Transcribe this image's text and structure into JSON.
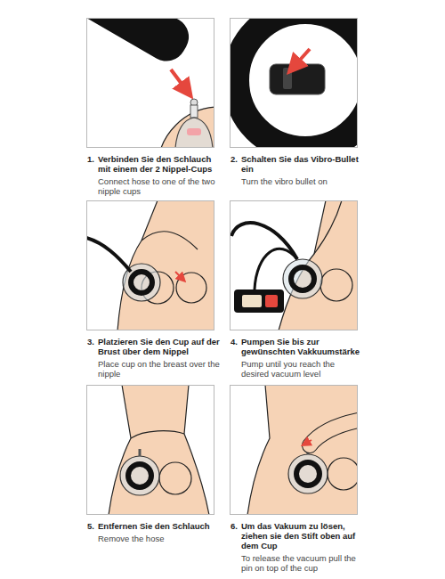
{
  "diagram": {
    "nodes": [
      {
        "text": [
          "1.",
          "Verbinden Sie den Schlauch mit einem der 2 Nippel-Cups",
          "Connect hose to one of the two nipple cups"
        ]
      },
      {
        "text": [
          "2.",
          "Schalten Sie das Vibro-Bullet ein",
          "Turn the vibro bullet on"
        ]
      },
      {
        "text": [
          "3.",
          "Platzieren Sie den Cup auf der Brust über dem Nippel",
          "Place cup on the breast over the nipple"
        ]
      },
      {
        "text": [
          "4.",
          "Pumpen Sie bis zur gewünschten Vakkuumstärke",
          "Pump until you reach the desired vacuum level"
        ]
      },
      {
        "text": [
          "5.",
          "Entfernen Sie den Schlauch",
          "Remove the hose"
        ]
      },
      {
        "text": [
          "6.",
          "Um das Vakuum zu lösen, ziehen sie den Stift oben auf dem Cup",
          "To release the vacuum pull the pin on top of the cup"
        ]
      }
    ]
  }
}
